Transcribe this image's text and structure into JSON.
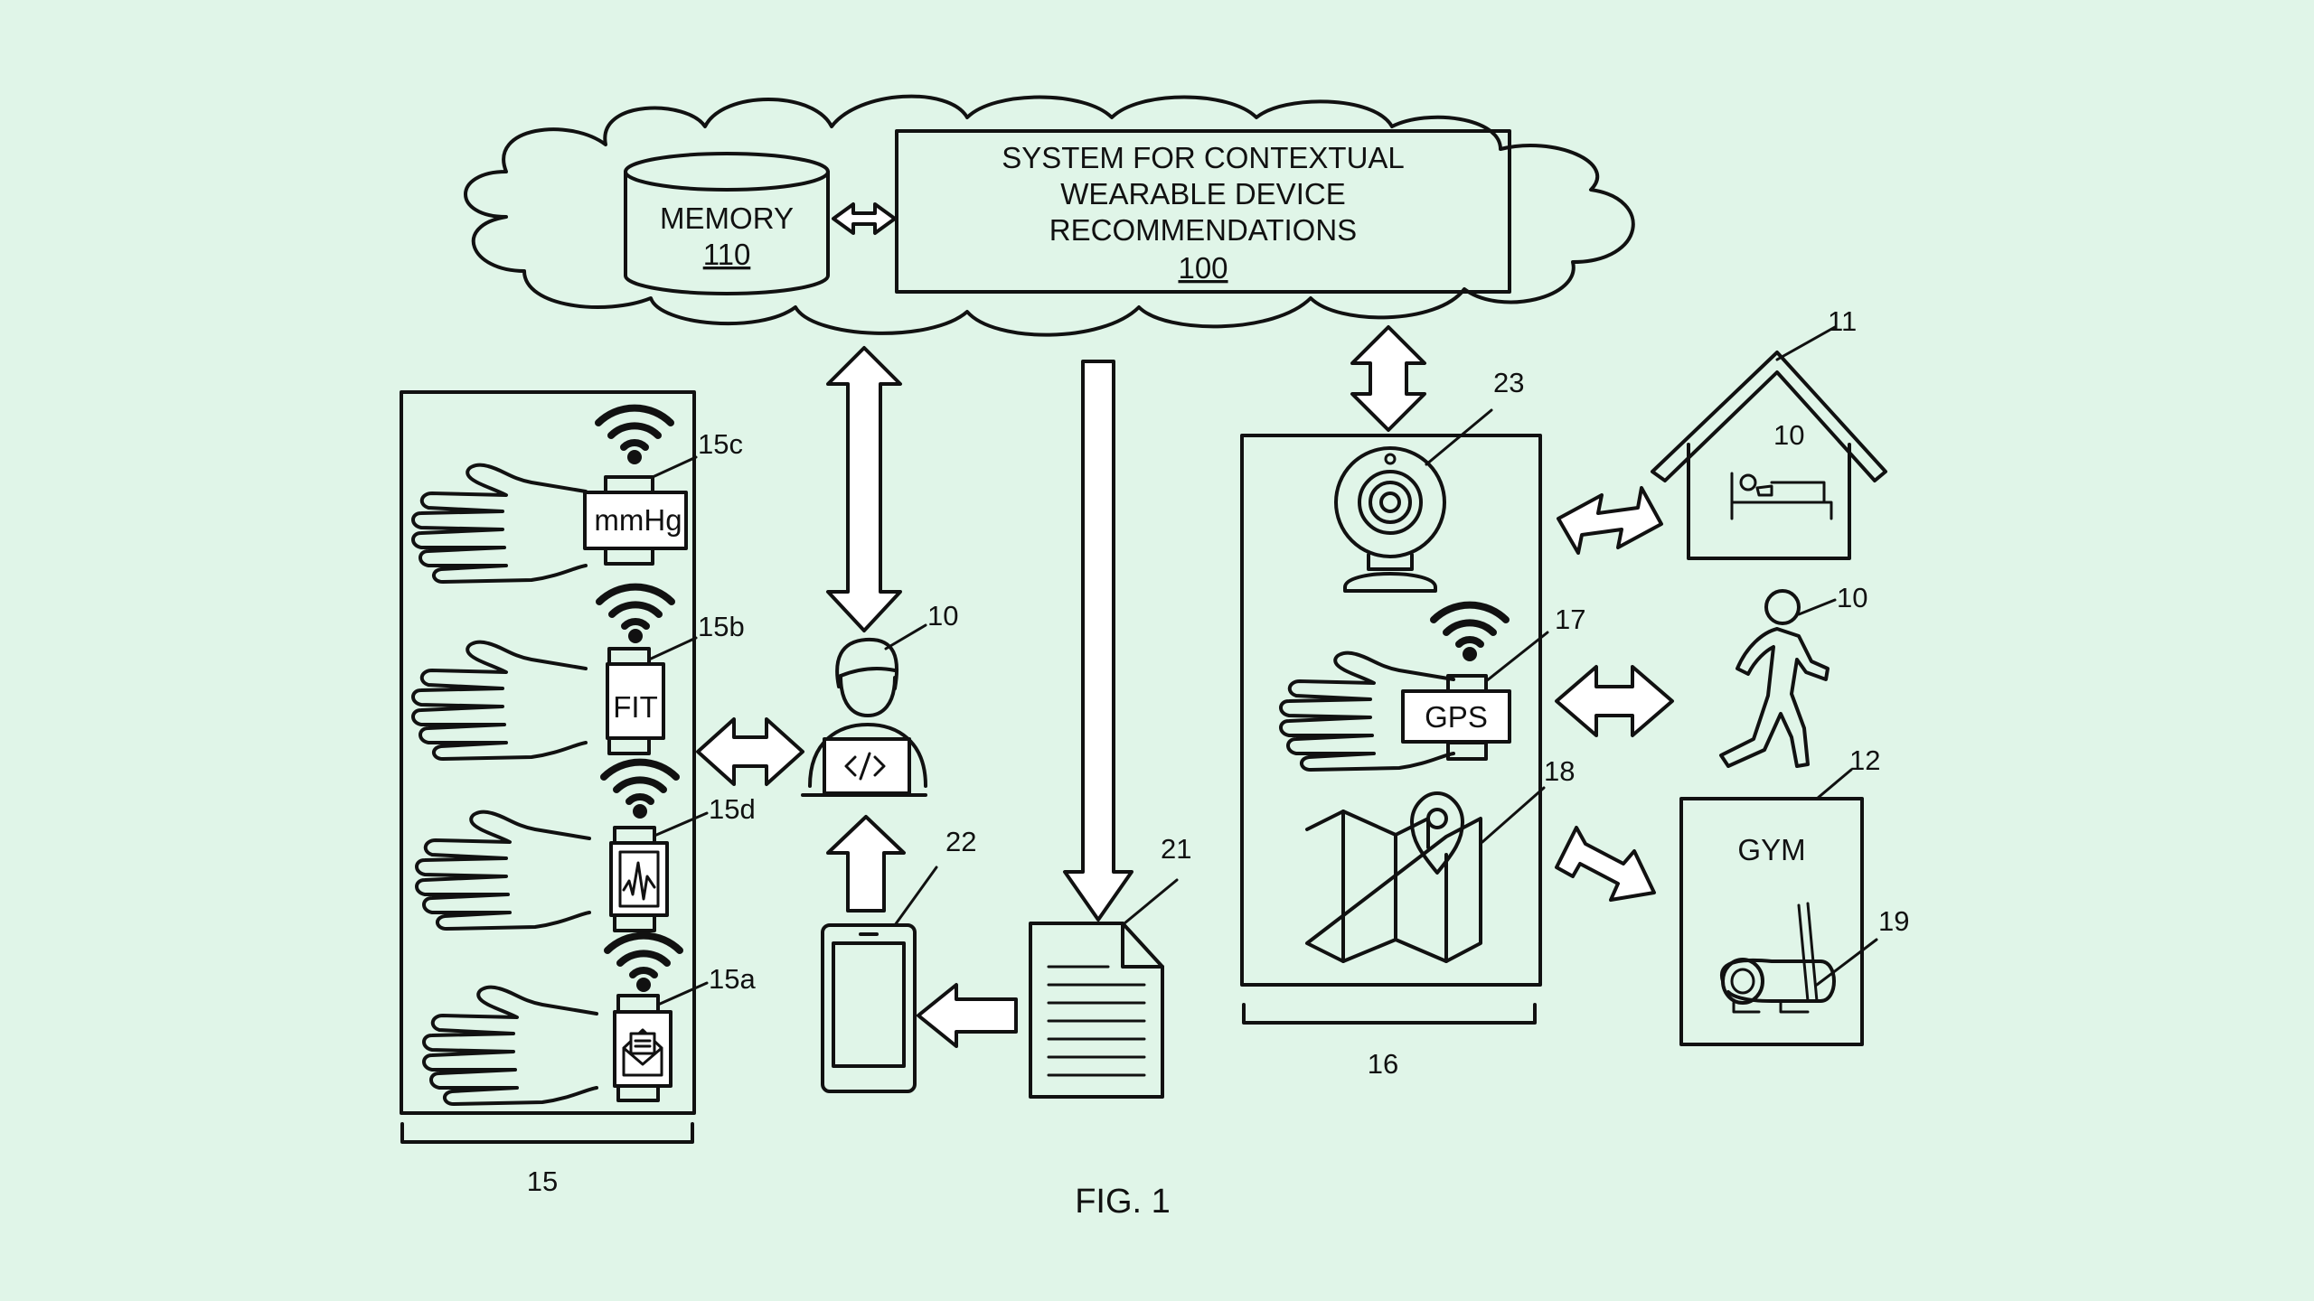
{
  "system": {
    "lines": [
      "SYSTEM FOR CONTEXTUAL",
      "WEARABLE DEVICE",
      "RECOMMENDATIONS"
    ],
    "ref": "100"
  },
  "memory": {
    "label": "MEMORY",
    "ref": "110"
  },
  "wearables": {
    "bracket_ref": "15",
    "items": [
      {
        "ref": "15c",
        "face_text": "mmHg"
      },
      {
        "ref": "15b",
        "face_text": "FIT"
      },
      {
        "ref": "15d",
        "face_text": ""
      },
      {
        "ref": "15a",
        "face_text": ""
      }
    ]
  },
  "user": {
    "ref": "10"
  },
  "phone": {
    "ref": "22"
  },
  "document": {
    "ref": "21"
  },
  "sensors": {
    "bracket_ref": "16",
    "camera_ref": "23",
    "gps_ref": "17",
    "gps_text": "GPS",
    "map_ref": "18"
  },
  "contexts": {
    "home_ref": "11",
    "home_user_ref": "10",
    "walking_user_ref": "10",
    "gym_ref": "12",
    "gym_label": "GYM",
    "equipment_ref": "19"
  },
  "figure_caption": "FIG. 1"
}
